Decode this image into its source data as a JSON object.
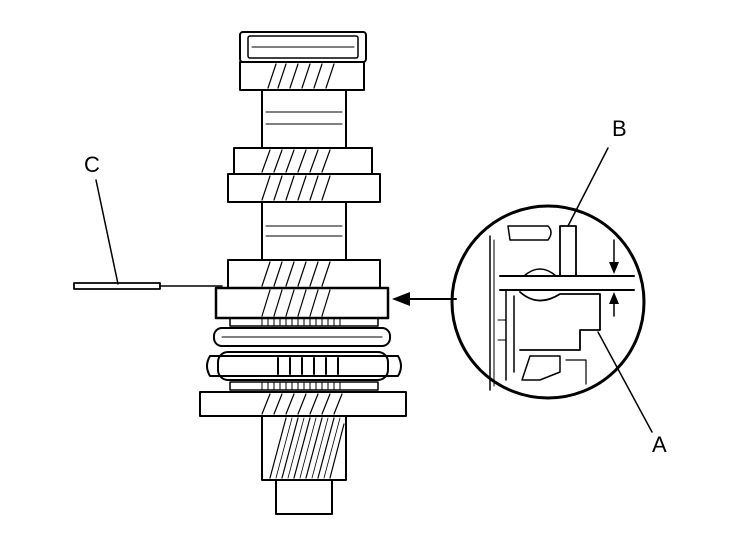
{
  "figure": {
    "callouts": {
      "a": "A",
      "b": "B",
      "c": "C"
    },
    "colors": {
      "ink": "#000000",
      "paper": "#ffffff"
    }
  }
}
